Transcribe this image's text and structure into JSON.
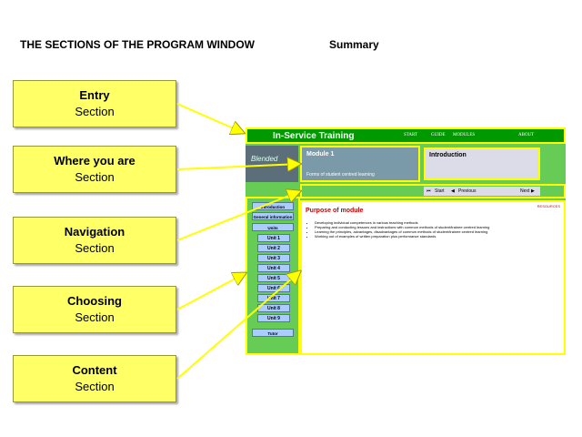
{
  "heading": "THE SECTIONS OF THE PROGRAM WINDOW",
  "summary": "Summary",
  "callouts": [
    {
      "title": "Entry",
      "sub": "Section"
    },
    {
      "title": "Where you are",
      "sub": "Section"
    },
    {
      "title": "Navigation",
      "sub": "Section"
    },
    {
      "title": "Choosing",
      "sub": "Section"
    },
    {
      "title": "Content",
      "sub": "Section"
    }
  ],
  "window": {
    "brand": "In-Service Training",
    "nav": [
      "START",
      "GUIDE",
      "MODULES",
      "ABOUT"
    ],
    "logo_text": "Blended",
    "module_title": "Module 1",
    "module_sub": "Forms of student centred learning",
    "intro": "Introduction",
    "start": "Start",
    "previous": "Previous",
    "next": "Next",
    "left_buttons": [
      "Introduction",
      "General information",
      "Units"
    ],
    "units": [
      "Unit 1",
      "Unit 2",
      "Unit 3",
      "Unit 4",
      "Unit 5",
      "Unit 6",
      "Unit 7",
      "Unit 8",
      "Unit 9"
    ],
    "tutor": "Tutor",
    "content_title": "Purpose of module",
    "content_tag": "RESOURCES",
    "bullets": [
      "Developing individual competences in various teaching methods",
      "Preparing and conducting lessons and instructions with common methods of student/trainee centred learning",
      "Learning the principles, advantages, disadvantages of common methods of student/trainee centred learning",
      "Working out of examples of written preparation plus performance standards"
    ]
  }
}
